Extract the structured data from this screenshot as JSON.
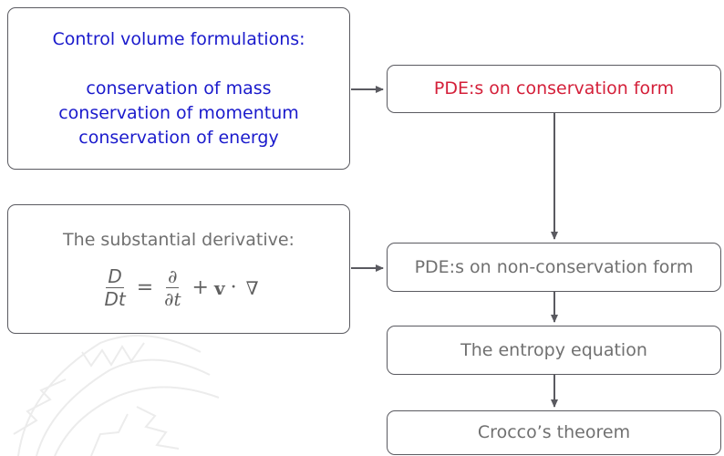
{
  "control_volume": {
    "heading": "Control volume formulations:",
    "items": [
      "conservation of mass",
      "conservation of momentum",
      "conservation of energy"
    ]
  },
  "substantial_derivative": {
    "heading": "The substantial derivative:",
    "formula": {
      "lhs_num": "D",
      "lhs_den": "Dt",
      "equals": "=",
      "rhs_num": "∂",
      "rhs_den": "∂t",
      "plus": "+",
      "vector": "v",
      "dot": "·",
      "nabla": "∇"
    }
  },
  "flow": {
    "conservation_form": "PDE:s on conservation form",
    "non_conservation_form": "PDE:s on non-conservation form",
    "entropy_equation": "The entropy equation",
    "croccos_theorem": "Crocco’s theorem"
  },
  "colors": {
    "blue_text": "#1a1acc",
    "red_text": "#d4203a",
    "gray_text": "#707070",
    "border": "#5a5a60"
  }
}
